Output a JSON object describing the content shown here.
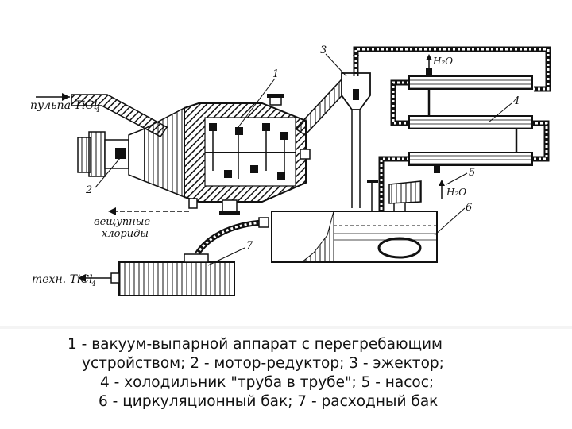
{
  "labels": {
    "pulp": "пульпа TiCl",
    "pulp_sub": "4",
    "waste1": "вещупные",
    "waste2": "хлориды",
    "tech": "техн. TiCl",
    "tech_sub": "4",
    "water_top": "H₂O",
    "water_bottom": "H₂O"
  },
  "numbers": [
    "1",
    "2",
    "3",
    "4",
    "5",
    "6",
    "7"
  ],
  "caption": {
    "line1": "1 - вакуум-выпарной аппарат с перегребающим",
    "line2": "устройством; 2 - мотор-редуктор; 3 - эжектор;",
    "line3": "4 - холодильник \"труба в трубе\"; 5 - насос;",
    "line4": "6 - циркуляционный бак; 7 - расходный бак"
  }
}
